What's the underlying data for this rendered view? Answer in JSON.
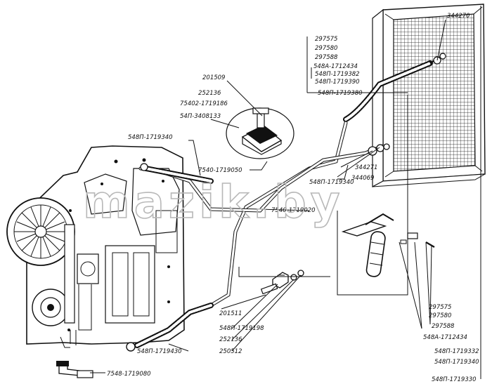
{
  "watermark": "mazik.by",
  "labels": {
    "l344270": "344270",
    "l297575a": "297575",
    "l297580a": "297580",
    "l297588a": "297588",
    "l548a_1712434a": "548A-1712434",
    "l548p_1719382": "548П-1719382",
    "l548p_1719390": "548П-1719390",
    "l548p_1719380": "548П-1719380",
    "l201509": "201509",
    "l252136a": "252136",
    "l75402_1719186": "75402-1719186",
    "l54p_3408133": "54П-3408133",
    "l548p_1719340a": "548П-1719340",
    "l7540_1719050": "7540-1719050",
    "l344271": "344271",
    "l344069": "344069",
    "l548p_1719340b": "548П-1719340",
    "l7540_1719020": "7540-1719020",
    "l297575b": "297575",
    "l297580b": "297580",
    "l297588b": "297588",
    "l548a_1712434b": "548A-1712434",
    "l548p_1719332": "548П-1719332",
    "l548p_1719340c": "548П-1719340",
    "l548p_1719330": "548П-1719330",
    "l201511": "201511",
    "l548p_1719198": "548П-1719198",
    "l252136b": "252136",
    "l250512": "250512",
    "l548p_1719430": "548П-1719430",
    "l7548_1719080": "7548-1719080"
  }
}
